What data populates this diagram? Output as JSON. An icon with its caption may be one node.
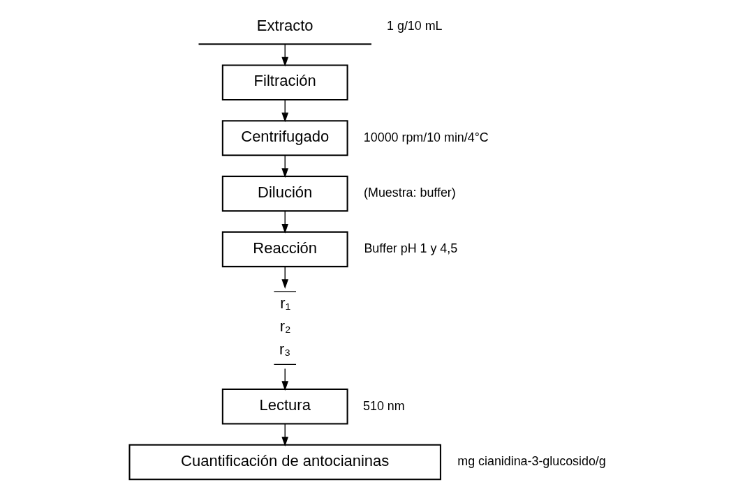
{
  "diagram": {
    "nodes": [
      {
        "text": [
          "Extracto"
        ],
        "beside": [
          "1 g/10 mL"
        ]
      },
      {
        "text": [
          "Filtración"
        ]
      },
      {
        "text": [
          "Centrifugado"
        ],
        "beside": [
          "10000 rpm/10 min/4°C"
        ]
      },
      {
        "text": [
          "Dilución"
        ],
        "beside": [
          "(Muestra: buffer)"
        ]
      },
      {
        "text": [
          "Reacción"
        ],
        "beside": [
          "Buffer pH 1 y 4,5"
        ]
      },
      {
        "text": [
          "r₁",
          "r₂",
          "r₃"
        ]
      },
      {
        "text": [
          "Lectura"
        ],
        "beside": [
          "510 nm"
        ]
      },
      {
        "text": [
          "Cuantificación de antocianinas"
        ],
        "beside": [
          "mg cianidina-3-glucosido/g"
        ]
      }
    ],
    "edges": [
      {
        "from": 0,
        "to": 1,
        "arrow": "to"
      },
      {
        "from": 1,
        "to": 2,
        "arrow": "to"
      },
      {
        "from": 2,
        "to": 3,
        "arrow": "to"
      },
      {
        "from": 3,
        "to": 4,
        "arrow": "to"
      },
      {
        "from": 4,
        "to": 5,
        "arrow": "to"
      },
      {
        "from": 5,
        "to": 6,
        "arrow": "to"
      },
      {
        "from": 6,
        "to": 7,
        "arrow": "to"
      }
    ]
  }
}
